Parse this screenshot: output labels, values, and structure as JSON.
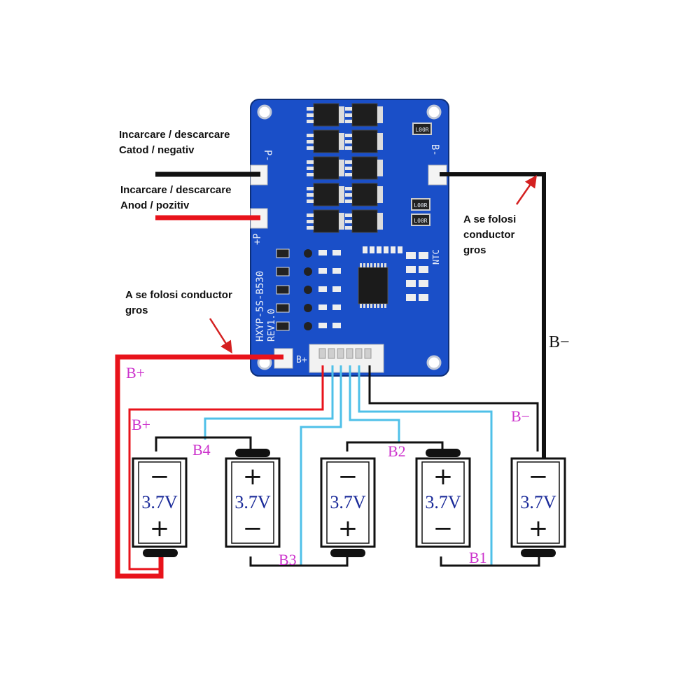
{
  "annotations": {
    "negative_line1": "Incarcare / descarcare",
    "negative_line2": "Catod / negativ",
    "positive_line1": "Incarcare / descarcare",
    "positive_line2": "Anod / pozitiv",
    "thick_left_line1": "A se folosi conductor",
    "thick_left_line2": "gros",
    "thick_right_line1": "A se folosi",
    "thick_right_line2": "conductor",
    "thick_right_line3": "gros"
  },
  "board": {
    "model": "HXYP-5S-B530",
    "revision": "REV1.0",
    "pad_p_minus": "P-",
    "pad_p_plus": "+P",
    "pad_b_minus": "B-",
    "pad_b_plus": "B+",
    "ntc": "NTC",
    "resistor": "L00R"
  },
  "wire_labels": {
    "b_plus_1": "B+",
    "b_plus_2": "B+",
    "b_minus_right": "B−",
    "b_minus_bottom": "B−",
    "b4": "B4",
    "b3": "B3",
    "b2": "B2",
    "b1": "B1"
  },
  "cells": [
    {
      "voltage": "3.7V",
      "top": "−",
      "bottom": "+"
    },
    {
      "voltage": "3.7V",
      "top": "+",
      "bottom": "−"
    },
    {
      "voltage": "3.7V",
      "top": "−",
      "bottom": "+"
    },
    {
      "voltage": "3.7V",
      "top": "+",
      "bottom": "−"
    },
    {
      "voltage": "3.7V",
      "top": "−",
      "bottom": "+"
    }
  ],
  "colors": {
    "red_wire": "#e8131b",
    "black_wire": "#111111",
    "cyan_wire": "#4fc0e8",
    "pcb_blue": "#1a4fc8",
    "label_magenta": "#cc33cc",
    "voltage_blue": "#1a2a99",
    "arrow_red": "#d42020"
  }
}
